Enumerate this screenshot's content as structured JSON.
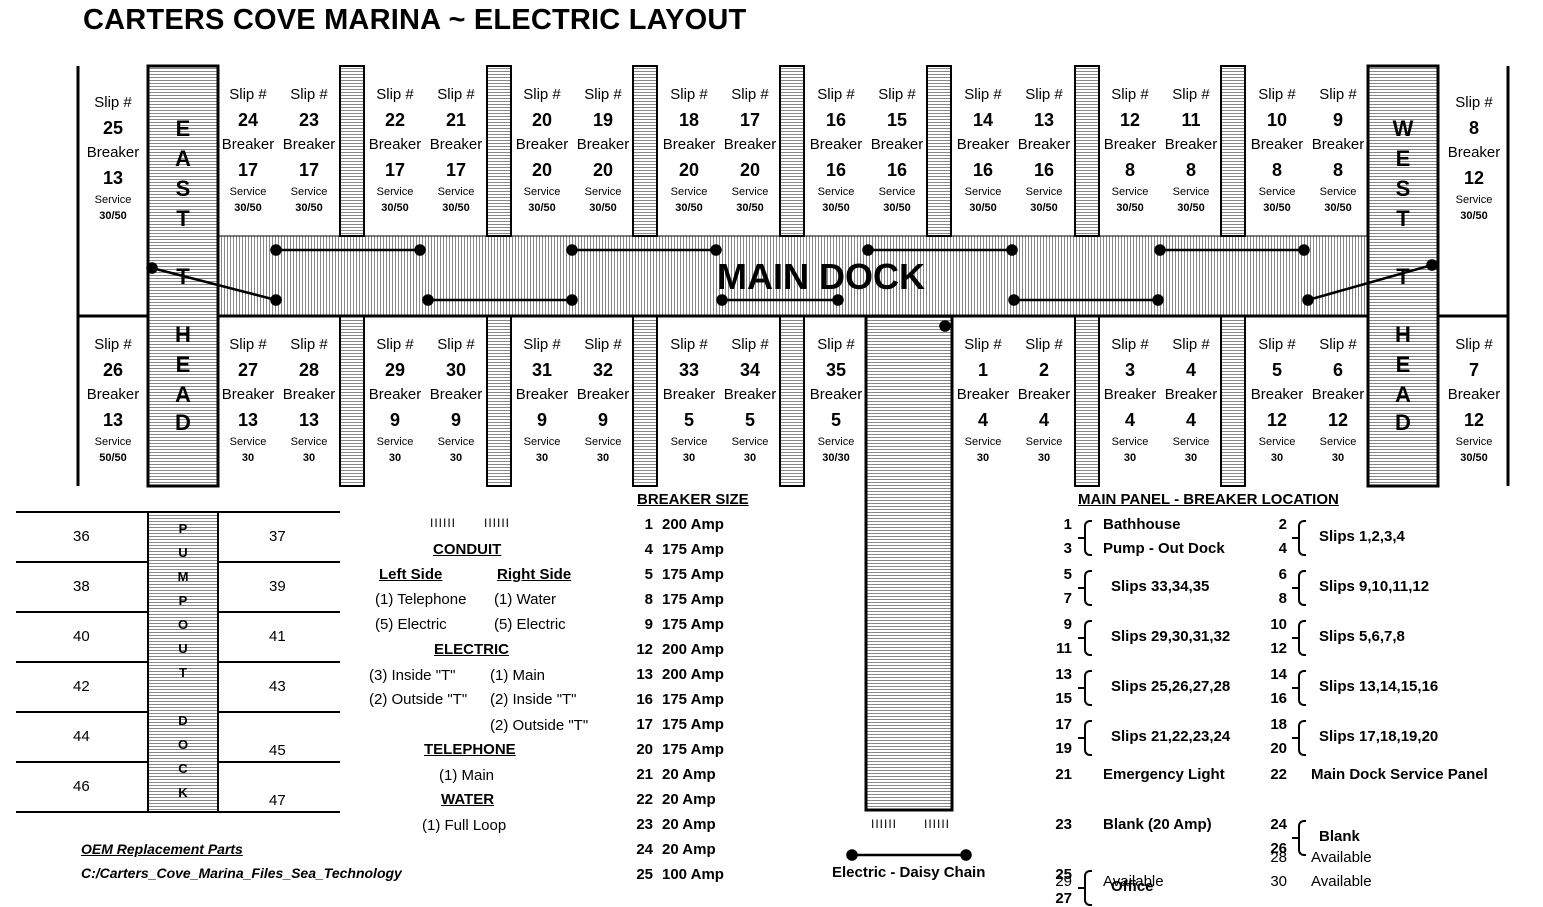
{
  "title": "CARTERS COVE MARINA ~ ELECTRIC LAYOUT",
  "slip_label": "Slip  #",
  "breaker_label": "Breaker",
  "service_label": "Service",
  "east_t_head": [
    "E",
    "A",
    "S",
    "T",
    "T",
    "H",
    "E",
    "A",
    "D"
  ],
  "west_t_head": [
    "W",
    "E",
    "S",
    "T",
    "T",
    "H",
    "E",
    "A",
    "D"
  ],
  "main_dock_label": "MAIN DOCK",
  "top_slips": [
    {
      "slip": "25",
      "breaker": "13",
      "service": "30/50"
    },
    {
      "slip": "24",
      "breaker": "17",
      "service": "30/50"
    },
    {
      "slip": "23",
      "breaker": "17",
      "service": "30/50"
    },
    {
      "slip": "22",
      "breaker": "17",
      "service": "30/50"
    },
    {
      "slip": "21",
      "breaker": "17",
      "service": "30/50"
    },
    {
      "slip": "20",
      "breaker": "20",
      "service": "30/50"
    },
    {
      "slip": "19",
      "breaker": "20",
      "service": "30/50"
    },
    {
      "slip": "18",
      "breaker": "20",
      "service": "30/50"
    },
    {
      "slip": "17",
      "breaker": "20",
      "service": "30/50"
    },
    {
      "slip": "16",
      "breaker": "16",
      "service": "30/50"
    },
    {
      "slip": "15",
      "breaker": "16",
      "service": "30/50"
    },
    {
      "slip": "14",
      "breaker": "16",
      "service": "30/50"
    },
    {
      "slip": "13",
      "breaker": "16",
      "service": "30/50"
    },
    {
      "slip": "12",
      "breaker": "8",
      "service": "30/50"
    },
    {
      "slip": "11",
      "breaker": "8",
      "service": "30/50"
    },
    {
      "slip": "10",
      "breaker": "8",
      "service": "30/50"
    },
    {
      "slip": "9",
      "breaker": "8",
      "service": "30/50"
    },
    {
      "slip": "8",
      "breaker": "12",
      "service": "30/50"
    }
  ],
  "bottom_slips": [
    {
      "slip": "26",
      "breaker": "13",
      "service": "50/50"
    },
    {
      "slip": "27",
      "breaker": "13",
      "service": "30"
    },
    {
      "slip": "28",
      "breaker": "13",
      "service": "30"
    },
    {
      "slip": "29",
      "breaker": "9",
      "service": "30"
    },
    {
      "slip": "30",
      "breaker": "9",
      "service": "30"
    },
    {
      "slip": "31",
      "breaker": "9",
      "service": "30"
    },
    {
      "slip": "32",
      "breaker": "9",
      "service": "30"
    },
    {
      "slip": "33",
      "breaker": "5",
      "service": "30"
    },
    {
      "slip": "34",
      "breaker": "5",
      "service": "30"
    },
    {
      "slip": "35",
      "breaker": "5",
      "service": "30/30"
    },
    {
      "slip": "1",
      "breaker": "4",
      "service": "30"
    },
    {
      "slip": "2",
      "breaker": "4",
      "service": "30"
    },
    {
      "slip": "3",
      "breaker": "4",
      "service": "30"
    },
    {
      "slip": "4",
      "breaker": "4",
      "service": "30"
    },
    {
      "slip": "5",
      "breaker": "12",
      "service": "30"
    },
    {
      "slip": "6",
      "breaker": "12",
      "service": "30"
    },
    {
      "slip": "7",
      "breaker": "12",
      "service": "30/50"
    }
  ],
  "pumpout_letters": [
    "P",
    "U",
    "M",
    "P",
    "O",
    "U",
    "T",
    "D",
    "O",
    "C",
    "K"
  ],
  "pumpout_left": [
    "36",
    "38",
    "40",
    "42",
    "44",
    "46"
  ],
  "pumpout_right": [
    "37",
    "39",
    "41",
    "43",
    "45",
    "47"
  ],
  "legend": {
    "conduit_marks": "IIIIII",
    "conduit": "CONDUIT",
    "left_side": "Left Side",
    "right_side": "Right Side",
    "left_items": [
      "(1) Telephone",
      "(5) Electric"
    ],
    "right_items": [
      "(1) Water",
      "(5) Electric"
    ],
    "electric": "ELECTRIC",
    "electric_left": [
      "(3) Inside \"T\"",
      "(2) Outside \"T\""
    ],
    "electric_right": [
      "(1) Main",
      "(2) Inside \"T\"",
      "(2) Outside \"T\""
    ],
    "telephone": "TELEPHONE",
    "telephone_items": [
      "(1) Main"
    ],
    "water": "WATER",
    "water_items": [
      "(1)  Full Loop"
    ]
  },
  "oem": {
    "title": "OEM Replacement Parts",
    "path": "C:/Carters_Cove_Marina_Files_Sea_Technology"
  },
  "breaker_size": {
    "title": "BREAKER SIZE",
    "rows": [
      {
        "n": "1",
        "a": "200 Amp"
      },
      {
        "n": "4",
        "a": "175 Amp"
      },
      {
        "n": "5",
        "a": "175 Amp"
      },
      {
        "n": "8",
        "a": "175 Amp"
      },
      {
        "n": "9",
        "a": "175 Amp"
      },
      {
        "n": "12",
        "a": "200 Amp"
      },
      {
        "n": "13",
        "a": "200 Amp"
      },
      {
        "n": "16",
        "a": "175 Amp"
      },
      {
        "n": "17",
        "a": "175 Amp"
      },
      {
        "n": "20",
        "a": "175 Amp"
      },
      {
        "n": "21",
        "a": "20 Amp"
      },
      {
        "n": "22",
        "a": "20 Amp"
      },
      {
        "n": "23",
        "a": "20 Amp"
      },
      {
        "n": "24",
        "a": "20 Amp"
      },
      {
        "n": "25",
        "a": "100 Amp"
      }
    ]
  },
  "daisy_chain": "Electric - Daisy Chain",
  "main_panel": {
    "title": "MAIN PANEL - BREAKER LOCATION",
    "left": [
      {
        "nums": [
          "1",
          "3"
        ],
        "labels": [
          "Bathhouse",
          "Pump - Out Dock"
        ],
        "brace": true,
        "split": true
      },
      {
        "nums": [
          "5",
          "7"
        ],
        "labels": [
          "Slips 33,34,35"
        ],
        "brace": true
      },
      {
        "nums": [
          "9",
          "11"
        ],
        "labels": [
          "Slips 29,30,31,32"
        ],
        "brace": true
      },
      {
        "nums": [
          "13",
          "15"
        ],
        "labels": [
          "Slips 25,26,27,28"
        ],
        "brace": true
      },
      {
        "nums": [
          "17",
          "19"
        ],
        "labels": [
          "Slips 21,22,23,24"
        ],
        "brace": true
      },
      {
        "nums": [
          "21"
        ],
        "labels": [
          "Emergency Light"
        ]
      },
      {
        "nums": [
          "23"
        ],
        "labels": [
          "Blank (20 Amp)"
        ]
      },
      {
        "nums": [
          "25",
          "27"
        ],
        "labels": [
          "Office"
        ],
        "brace": true
      },
      {
        "nums": [
          "29"
        ],
        "labels": [
          "Available"
        ],
        "plain": true
      }
    ],
    "right": [
      {
        "nums": [
          "2",
          "4"
        ],
        "labels": [
          "Slips 1,2,3,4"
        ],
        "brace": true
      },
      {
        "nums": [
          "6",
          "8"
        ],
        "labels": [
          "Slips 9,10,11,12"
        ],
        "brace": true
      },
      {
        "nums": [
          "10",
          "12"
        ],
        "labels": [
          "Slips 5,6,7,8"
        ],
        "brace": true
      },
      {
        "nums": [
          "14",
          "16"
        ],
        "labels": [
          "Slips 13,14,15,16"
        ],
        "brace": true
      },
      {
        "nums": [
          "18",
          "20"
        ],
        "labels": [
          "Slips 17,18,19,20"
        ],
        "brace": true
      },
      {
        "nums": [
          "22"
        ],
        "labels": [
          "Main Dock Service Panel"
        ]
      },
      {
        "nums": [
          "24",
          "26"
        ],
        "labels": [
          "Blank"
        ],
        "brace": true
      },
      {
        "nums": [
          "28"
        ],
        "labels": [
          "Available"
        ],
        "plain": true
      },
      {
        "nums": [
          "30"
        ],
        "labels": [
          "Available"
        ],
        "plain": true
      }
    ]
  }
}
